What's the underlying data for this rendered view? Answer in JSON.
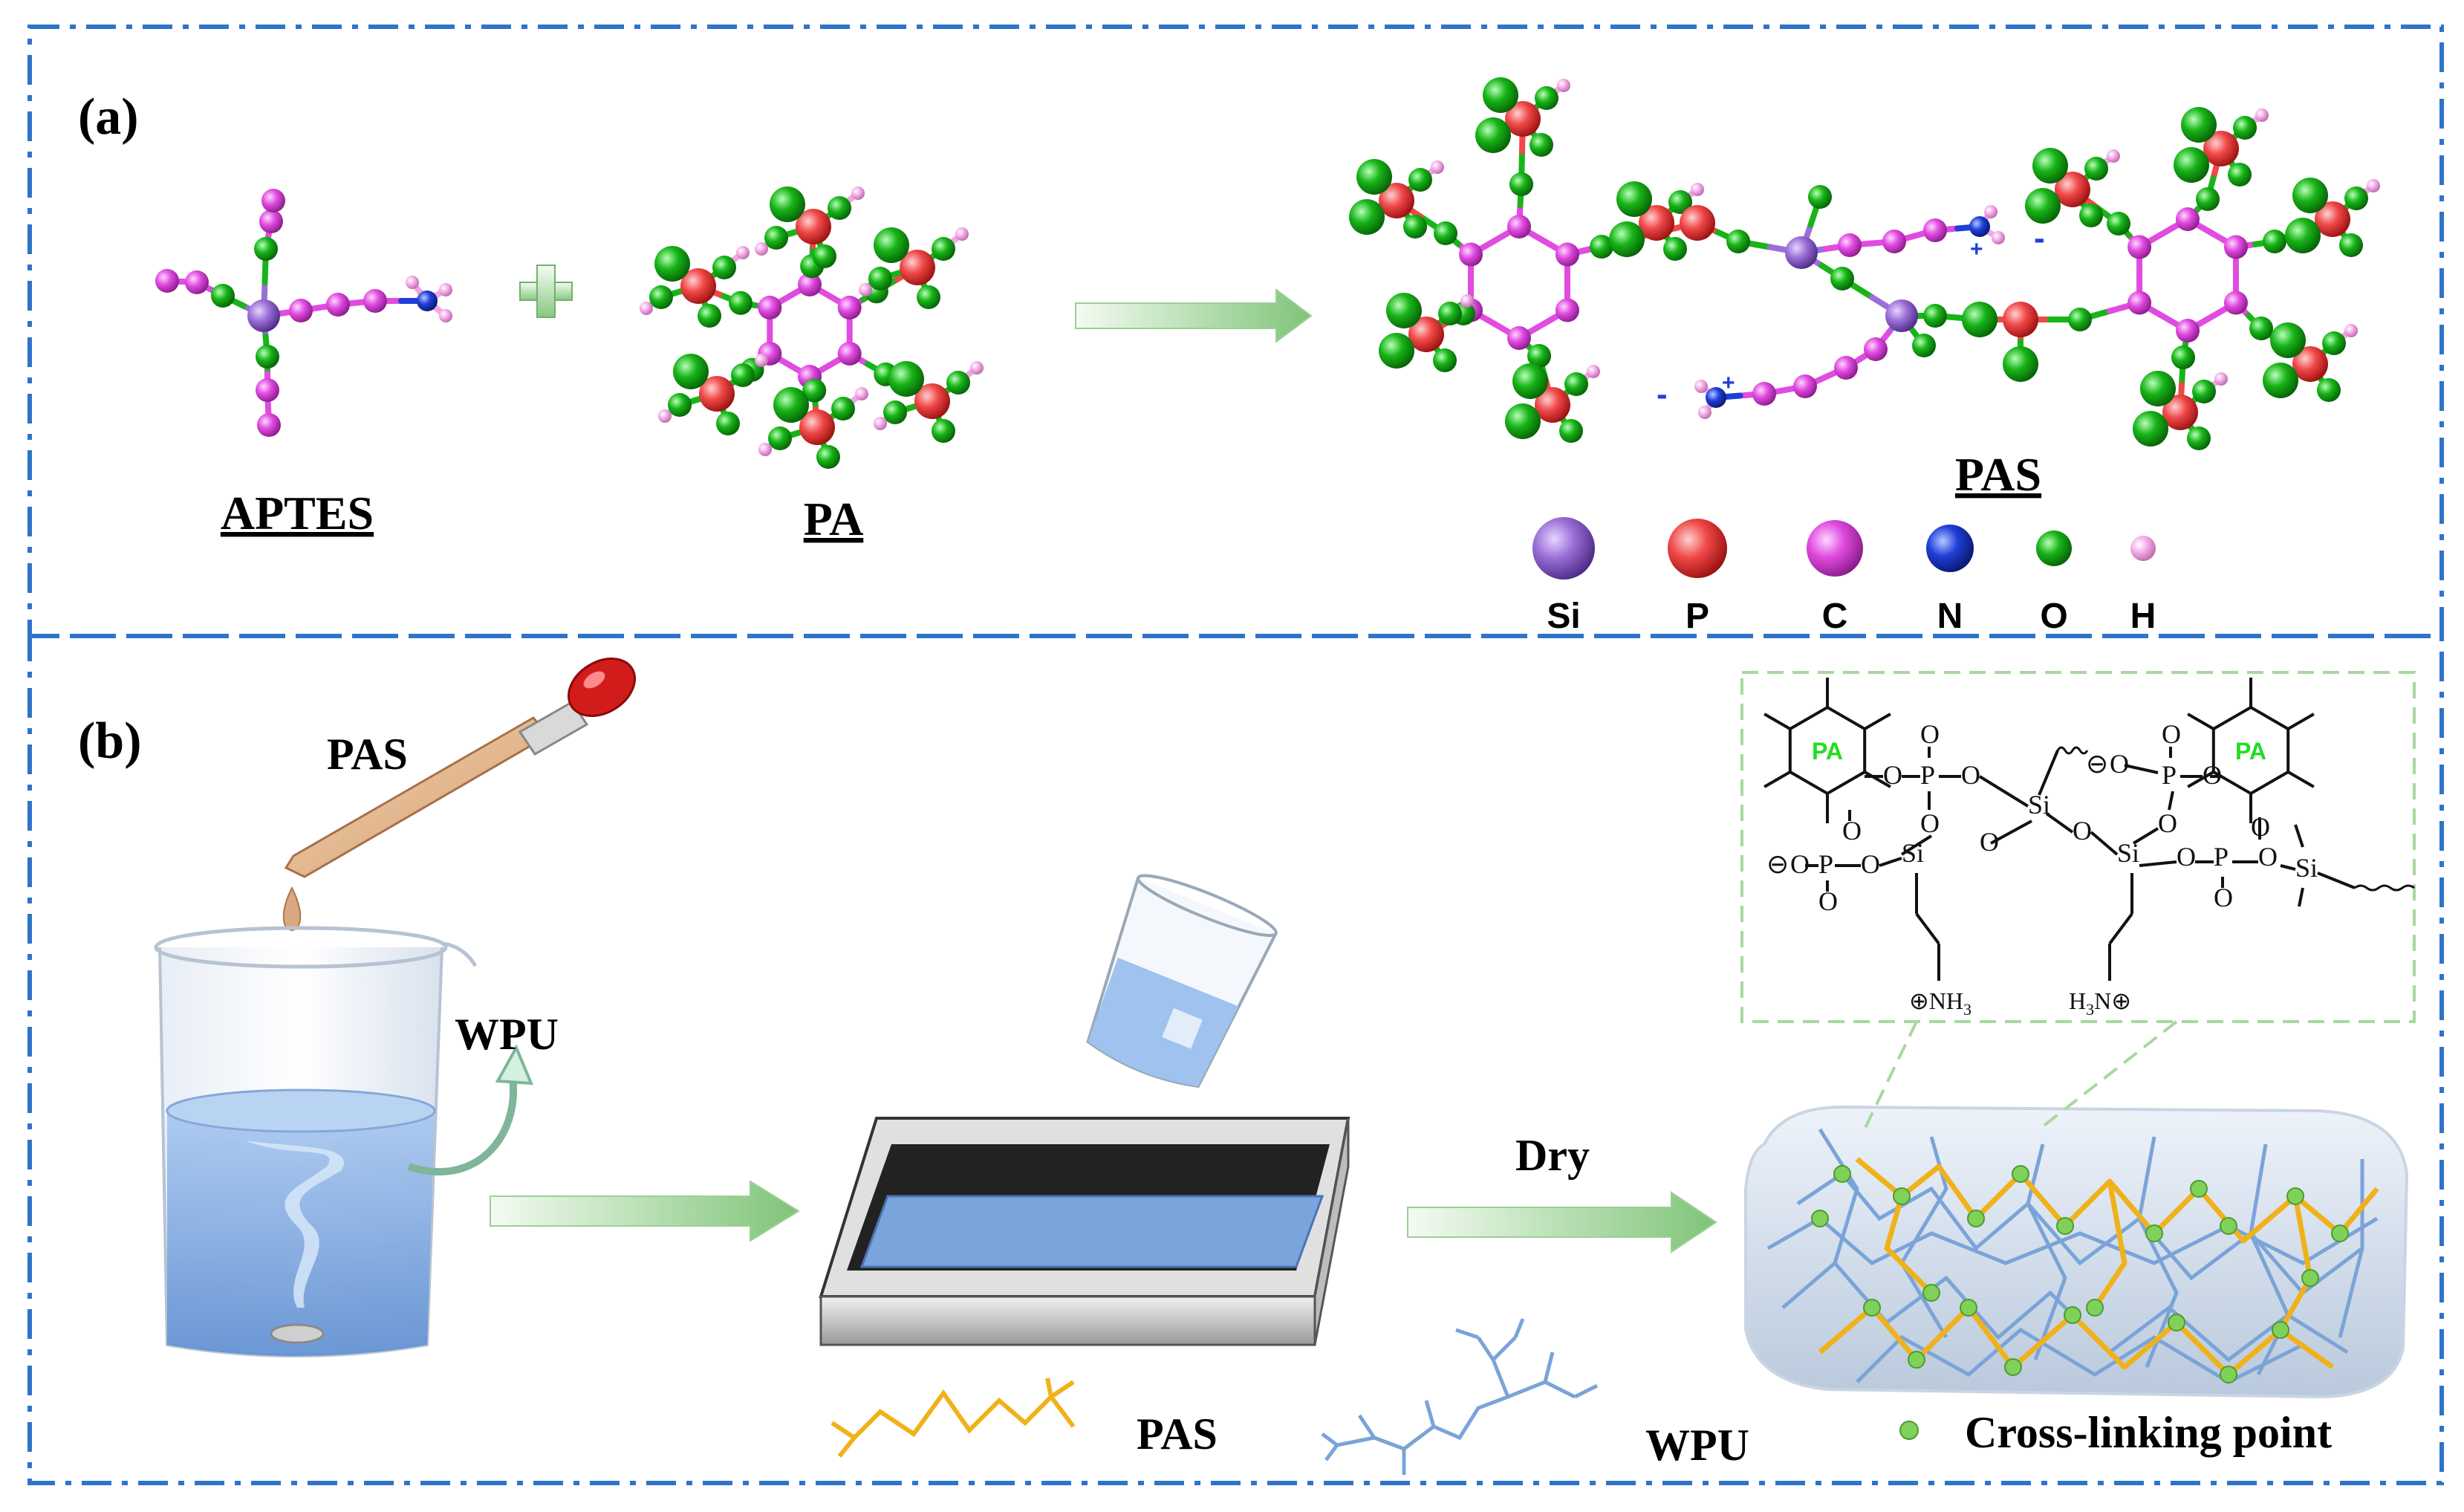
{
  "panel_a": {
    "label": "(a)",
    "molecules": {
      "aptes": "APTES",
      "pa": "PA",
      "pas": "PAS"
    },
    "legend": [
      {
        "symbol": "Si",
        "color": "#9b6fd6"
      },
      {
        "symbol": "P",
        "color": "#f04848"
      },
      {
        "symbol": "C",
        "color": "#e04be0"
      },
      {
        "symbol": "N",
        "color": "#1f3fd8"
      },
      {
        "symbol": "O",
        "color": "#18b418"
      },
      {
        "symbol": "H",
        "color": "#f3a6e6"
      }
    ]
  },
  "panel_b": {
    "label": "(b)",
    "dropper_label": "PAS",
    "beaker_label": "WPU",
    "arrow_label": "Dry",
    "structure": {
      "ring_label": "PA",
      "atoms": {
        "si": "Si",
        "p": "P",
        "o": "O",
        "minus": "⊖",
        "nh3": "⊕NH",
        "nh3_sub": "3",
        "h3n": "H",
        "h3n_sub": "3",
        "h3n_tail": "N⊕"
      }
    },
    "legend": {
      "pas": "PAS",
      "wpu": "WPU",
      "crosslink": "Cross-linking point"
    }
  },
  "colors": {
    "frame": "#2e74c8",
    "arrow": "#8fcf8a",
    "pas_chain": "#f0b21a",
    "wpu_chain": "#7aa4d8",
    "crosslink_dot": "#7fd15a",
    "water": "#8fb6e8",
    "inset_frame": "#a8d8a0"
  }
}
